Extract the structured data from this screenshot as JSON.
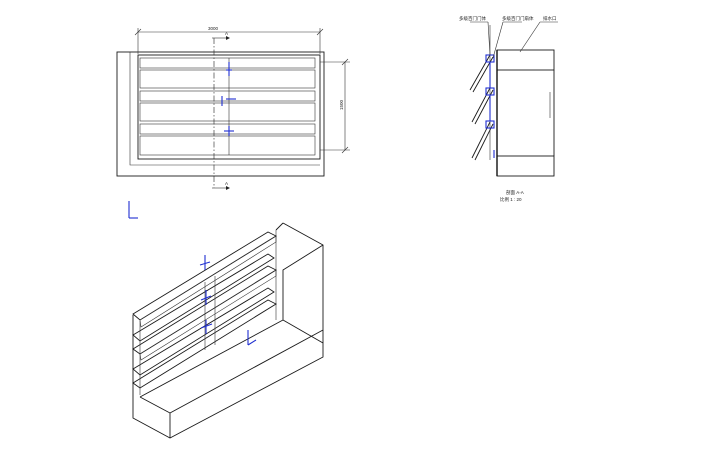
{
  "elevation": {
    "width_dimension": "3000",
    "height_dimension": "1500",
    "section_marker_top": "A",
    "section_marker_bottom": "A"
  },
  "section_view": {
    "callouts": [
      "多级百门门体",
      "多级百门门扇体",
      "排水口"
    ],
    "title": "剖面 A-A",
    "scale": "比例 1 : 20"
  },
  "colors": {
    "line": "#1a1a1a",
    "accent_blue": "#1f2fd0",
    "background": "#ffffff"
  }
}
